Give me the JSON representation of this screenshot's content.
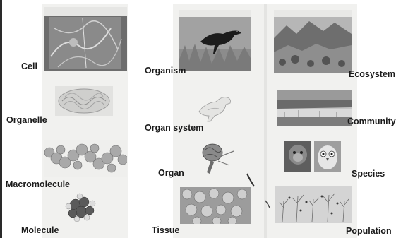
{
  "levels": {
    "cell": "Cell",
    "organelle": "Organelle",
    "macromolecule": "Macromolecule",
    "molecule": "Molecule",
    "organism": "Organism",
    "organ_system": "Organ system",
    "organ": "Organ",
    "tissue": "Tissue",
    "ecosystem": "Ecosystem",
    "community": "Community",
    "species": "Species",
    "population": "Population"
  },
  "colors": {
    "page": "#f1f1ef",
    "label": "#1b1b1b"
  }
}
